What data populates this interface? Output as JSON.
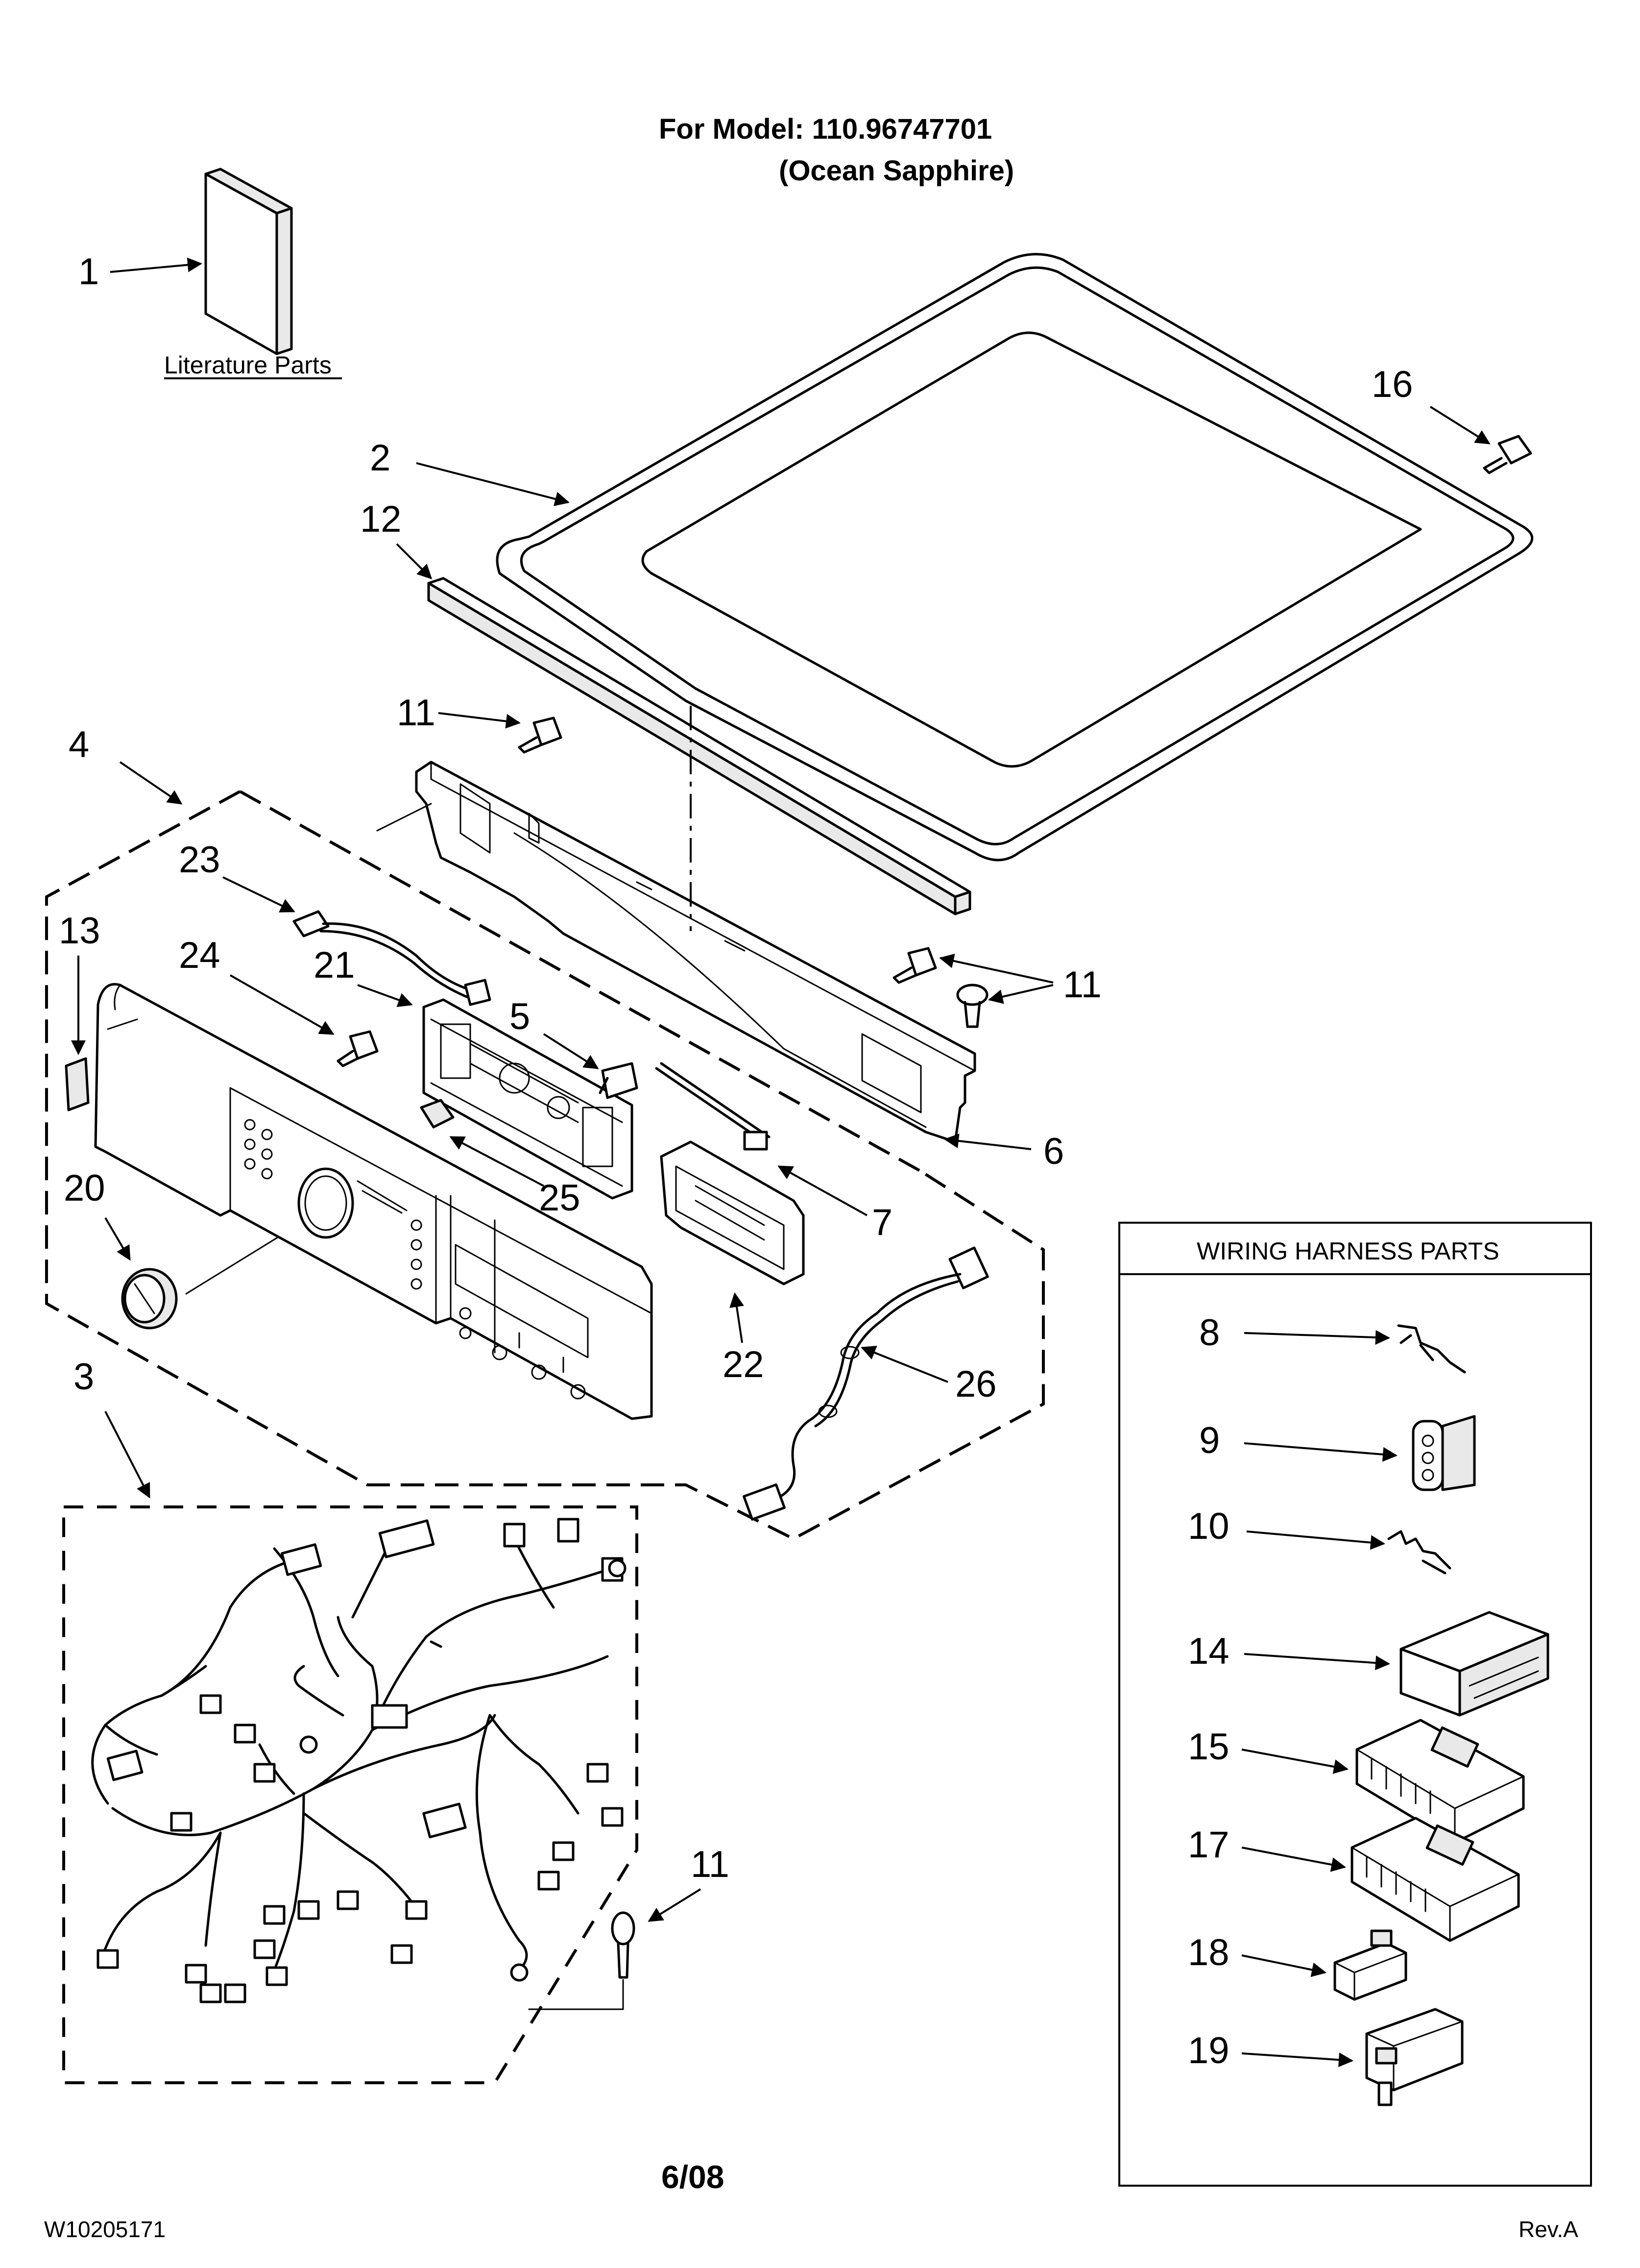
{
  "header": {
    "model_line": "For Model: 110.96747701",
    "variant_line": "(Ocean Sapphire)"
  },
  "literature": {
    "caption": "Literature Parts"
  },
  "callouts": {
    "c1": "1",
    "c2": "2",
    "c3": "3",
    "c4": "4",
    "c5": "5",
    "c6": "6",
    "c7": "7",
    "c11a": "11",
    "c11b": "11",
    "c11c": "11",
    "c12": "12",
    "c13": "13",
    "c16": "16",
    "c20": "20",
    "c21": "21",
    "c22": "22",
    "c23": "23",
    "c24": "24",
    "c25": "25",
    "c26": "26"
  },
  "wiring_box": {
    "title": "WIRING HARNESS PARTS",
    "items": [
      "8",
      "9",
      "10",
      "14",
      "15",
      "17",
      "18",
      "19"
    ]
  },
  "footer": {
    "doc_number": "W10205171",
    "date": "6/08",
    "revision": "Rev.A"
  },
  "icons": [
    "arrowhead-icon"
  ]
}
